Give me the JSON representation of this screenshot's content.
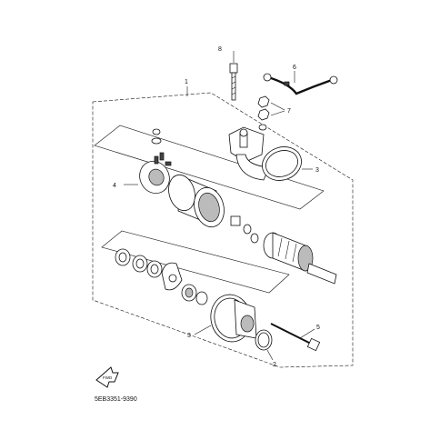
{
  "callouts": {
    "c1": "1",
    "c2": "2",
    "c3a": "3",
    "c3b": "3",
    "c4": "4",
    "c5": "5",
    "c6": "6",
    "c7": "7",
    "c8": "8"
  },
  "arrow_label": "FWD",
  "drawing_code": "5EB3351-9390"
}
